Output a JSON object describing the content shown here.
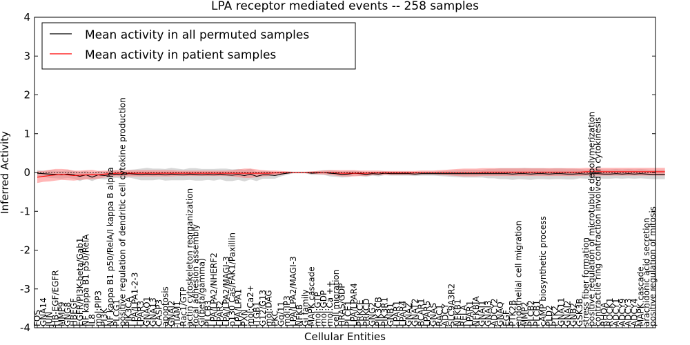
{
  "chart_data": {
    "type": "line",
    "title": "LPA receptor mediated events -- 258 samples",
    "xlabel": "Cellular Entities",
    "ylabel": "Inferred Activity",
    "ylim": [
      -4,
      4
    ],
    "yticks": [
      -4,
      -3,
      -2,
      -1,
      0,
      1,
      2,
      3,
      4
    ],
    "legend_position": "top-left",
    "grid": false,
    "x": [
      "FOS",
      "GNA14",
      "JUN",
      "HB-EGF/EGFR",
      "MMP9",
      "GNG8",
      "HBEGF",
      "EGFR/PI3K-beta/Gab1",
      "NF kappa B1 p50/RelA",
      "IL8",
      "mol:PIP3",
      "PI3K",
      "NF kappa B1 p50/RelA/I kappa B alpha",
      "PLCG1",
      "positive regulation of dendritic cell cytokine production",
      "PIK3CA",
      "LPA/LPA1-2-3",
      "LPAR3",
      "GNAO1",
      "GNA13",
      "CASP3",
      "apoptosis",
      "GNAI2",
      "TIAM1",
      "Rac1/GTP",
      "actin cytoskeleton reorganization",
      "focal adhesion assembly",
      "Gi(beta/gamma)",
      "PLCB3",
      "LPA/LPA2/NHERF2",
      "LPAR2",
      "LPA/LPA2/MAGI-3",
      "p130 Cas/FAK1/Paxillin",
      "LPA/LPA1",
      "PXN",
      "mol:Ca2+",
      "ITGB1",
      "G12/G13",
      "mol:DAG",
      "PKC",
      "Gq/11",
      "mol:IP3",
      "LPA/LPA2/MAGI-3",
      "NFKB",
      "Gi family",
      "MAPK cascade",
      "mol:GTP",
      "mol:GDP",
      "mol:Ca ++",
      "cell migration",
      "HRAS/GDP",
      "PLCE1",
      "LPA/LPAR4",
      "PRKCE",
      "PRKCD",
      "GNG2",
      "PIK3CB",
      "PIK3R1",
      "GNB1",
      "LPAR1",
      "LPAR4",
      "GNAZ",
      "GNAT2",
      "BCAR1",
      "LPAR5",
      "GNAS",
      "RAC1",
      "ADCY",
      "SLC9A3R2",
      "NFKB1",
      "RELA",
      "LPAR1",
      "NFKBIA",
      "GNAI1",
      "GNAI3",
      "ADCY2",
      "GNAQ",
      "EGF",
      "PTK2B",
      "endothelial cell migration",
      "MMP2",
      "PLCB2",
      "PLCB1",
      "cAMP biosynthetic process",
      "PLD2",
      "PTK2",
      "GNA11",
      "GNAI2",
      "GNB2",
      "GSK3B",
      "stress fiber formation",
      "positive regulation of microtubule depolymerization",
      "contractile ring contraction involved in cytokinesis",
      "RHOA",
      "ROCK1",
      "ADCY1",
      "ADCY9",
      "ADCY3",
      "ADCY4",
      "MAPK cascade",
      "arachidonic acid secretion",
      "positive regulation of mitosis"
    ],
    "series": [
      {
        "name": "Mean activity in all permuted samples",
        "color": "#000000",
        "values": [
          -0.02,
          -0.03,
          -0.04,
          -0.05,
          -0.06,
          -0.04,
          -0.06,
          -0.1,
          -0.06,
          -0.12,
          -0.06,
          -0.08,
          -0.06,
          -0.04,
          -0.06,
          -0.03,
          -0.04,
          -0.05,
          -0.04,
          -0.05,
          -0.04,
          -0.06,
          -0.04,
          -0.05,
          -0.06,
          -0.04,
          -0.05,
          -0.06,
          -0.05,
          -0.06,
          -0.04,
          -0.06,
          -0.07,
          -0.05,
          -0.08,
          -0.04,
          -0.1,
          -0.06,
          -0.06,
          -0.08,
          -0.04,
          -0.02,
          0.0,
          0.0,
          0.0,
          -0.02,
          -0.01,
          0.0,
          -0.02,
          -0.03,
          -0.05,
          -0.04,
          -0.02,
          -0.03,
          -0.05,
          -0.03,
          -0.04,
          -0.02,
          -0.03,
          -0.03,
          -0.03,
          -0.03,
          -0.04,
          -0.03,
          -0.03,
          -0.03,
          -0.03,
          -0.03,
          -0.03,
          -0.03,
          -0.03,
          -0.03,
          -0.03,
          -0.03,
          -0.03,
          -0.03,
          -0.03,
          -0.03,
          -0.04,
          -0.03,
          -0.03,
          -0.04,
          -0.03,
          -0.03,
          -0.04,
          -0.03,
          -0.03,
          -0.04,
          -0.04,
          -0.03,
          -0.04,
          -0.03,
          -0.03,
          -0.04,
          -0.04,
          -0.03,
          -0.04,
          -0.03,
          -0.04,
          -0.03,
          -0.04,
          -0.05,
          -0.05,
          -0.05
        ],
        "band_halfwidth": [
          0.08,
          0.08,
          0.1,
          0.1,
          0.1,
          0.1,
          0.1,
          0.12,
          0.1,
          0.1,
          0.1,
          0.1,
          0.1,
          0.1,
          0.1,
          0.1,
          0.12,
          0.15,
          0.16,
          0.15,
          0.14,
          0.15,
          0.16,
          0.15,
          0.14,
          0.15,
          0.16,
          0.15,
          0.14,
          0.15,
          0.14,
          0.16,
          0.15,
          0.14,
          0.15,
          0.14,
          0.12,
          0.1,
          0.1,
          0.08,
          0.06,
          0.04,
          0.02,
          0.02,
          0.02,
          0.04,
          0.05,
          0.06,
          0.08,
          0.08,
          0.08,
          0.08,
          0.06,
          0.06,
          0.06,
          0.05,
          0.06,
          0.05,
          0.05,
          0.05,
          0.05,
          0.05,
          0.05,
          0.05,
          0.05,
          0.05,
          0.06,
          0.07,
          0.08,
          0.09,
          0.1,
          0.1,
          0.1,
          0.1,
          0.12,
          0.12,
          0.14,
          0.14,
          0.15,
          0.14,
          0.15,
          0.15,
          0.14,
          0.14,
          0.14,
          0.14,
          0.14,
          0.14,
          0.14,
          0.12,
          0.12,
          0.12,
          0.12,
          0.12,
          0.12,
          0.12,
          0.12,
          0.12,
          0.12,
          0.12,
          0.12,
          0.12,
          0.12,
          0.12
        ]
      },
      {
        "name": "Mean activity in patient samples",
        "color": "#ff0000",
        "values": [
          -0.12,
          -0.1,
          -0.08,
          -0.06,
          -0.05,
          -0.06,
          -0.08,
          -0.07,
          -0.06,
          -0.05,
          -0.06,
          -0.04,
          -0.03,
          -0.02,
          -0.02,
          -0.02,
          -0.02,
          -0.02,
          -0.02,
          -0.02,
          -0.02,
          -0.02,
          -0.02,
          -0.02,
          -0.02,
          -0.02,
          -0.02,
          -0.02,
          -0.02,
          -0.02,
          -0.02,
          -0.02,
          -0.02,
          -0.02,
          -0.02,
          -0.02,
          -0.02,
          -0.02,
          -0.02,
          -0.01,
          -0.01,
          0.0,
          0.0,
          0.0,
          0.0,
          0.0,
          0.0,
          0.0,
          0.0,
          -0.01,
          -0.02,
          -0.02,
          -0.02,
          -0.02,
          -0.02,
          -0.01,
          -0.01,
          -0.01,
          -0.01,
          -0.01,
          -0.01,
          -0.01,
          -0.01,
          0.0,
          0.0,
          0.0,
          0.0,
          0.0,
          0.0,
          0.0,
          0.0,
          0.0,
          0.0,
          0.01,
          0.01,
          0.01,
          0.01,
          0.01,
          0.01,
          0.01,
          0.01,
          0.01,
          0.01,
          0.01,
          0.01,
          0.01,
          0.01,
          0.01,
          0.01,
          0.01,
          0.02,
          0.02,
          0.02,
          0.02,
          0.02,
          0.02,
          0.02,
          0.02,
          0.02,
          0.02,
          0.02,
          0.02,
          0.02,
          0.02
        ],
        "band_halfwidth": [
          0.15,
          0.14,
          0.15,
          0.15,
          0.14,
          0.14,
          0.13,
          0.12,
          0.12,
          0.12,
          0.1,
          0.09,
          0.08,
          0.08,
          0.08,
          0.08,
          0.08,
          0.08,
          0.08,
          0.08,
          0.08,
          0.08,
          0.08,
          0.07,
          0.07,
          0.07,
          0.07,
          0.07,
          0.07,
          0.07,
          0.07,
          0.07,
          0.08,
          0.1,
          0.12,
          0.12,
          0.1,
          0.08,
          0.07,
          0.06,
          0.05,
          0.03,
          0.02,
          0.02,
          0.02,
          0.03,
          0.04,
          0.05,
          0.06,
          0.07,
          0.08,
          0.08,
          0.08,
          0.07,
          0.07,
          0.06,
          0.06,
          0.05,
          0.05,
          0.05,
          0.05,
          0.05,
          0.05,
          0.05,
          0.05,
          0.05,
          0.06,
          0.07,
          0.08,
          0.09,
          0.1,
          0.1,
          0.1,
          0.1,
          0.1,
          0.1,
          0.1,
          0.1,
          0.1,
          0.1,
          0.1,
          0.1,
          0.1,
          0.1,
          0.1,
          0.1,
          0.1,
          0.1,
          0.1,
          0.1,
          0.1,
          0.1,
          0.1,
          0.1,
          0.1,
          0.1,
          0.1,
          0.1,
          0.1,
          0.1,
          0.1,
          0.1,
          0.1,
          0.1
        ]
      }
    ]
  }
}
